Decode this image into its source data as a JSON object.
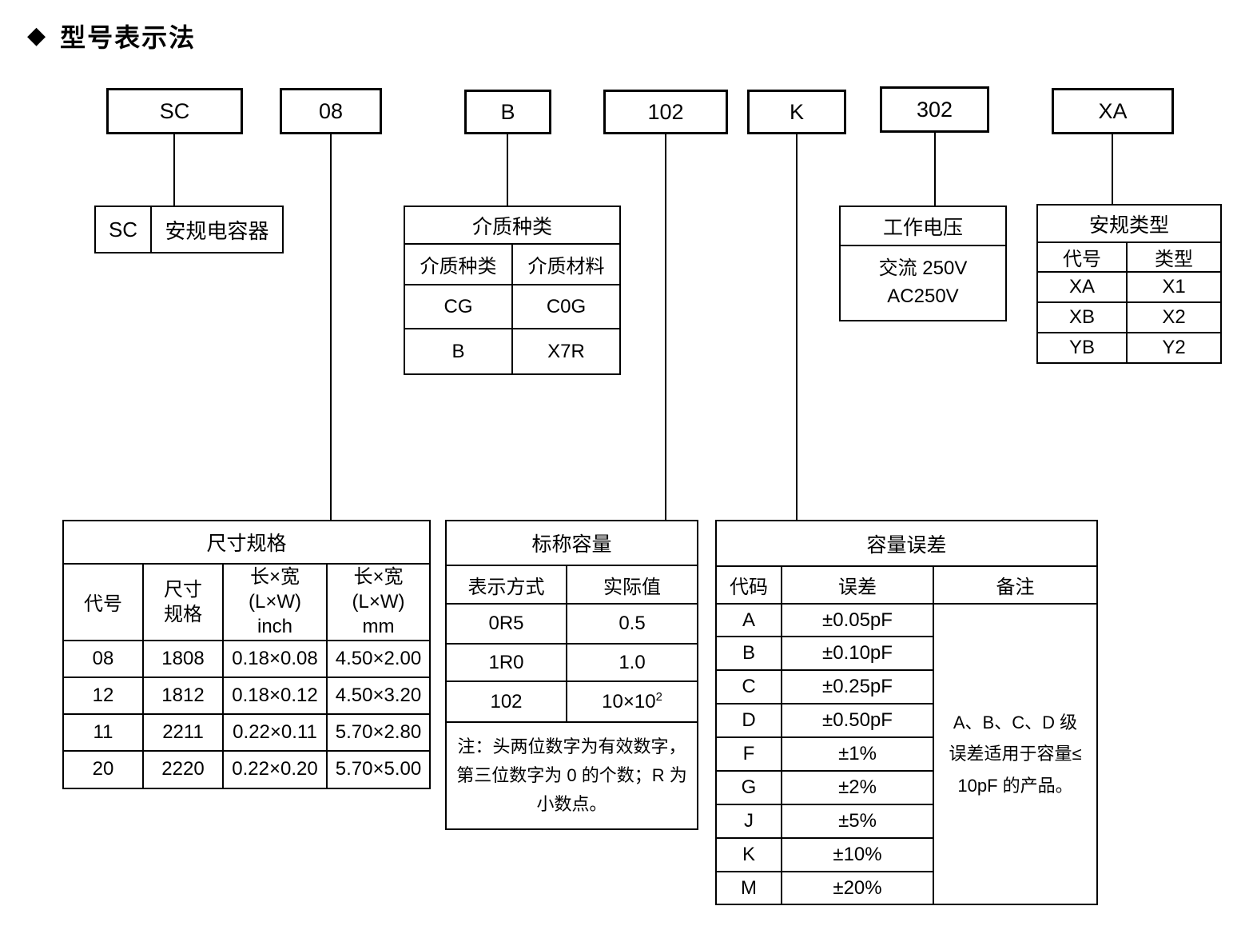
{
  "page": {
    "title": "型号表示法",
    "title_icon": "◆"
  },
  "code_boxes": [
    {
      "label": "SC"
    },
    {
      "label": "08"
    },
    {
      "label": "B"
    },
    {
      "label": "102"
    },
    {
      "label": "K"
    },
    {
      "label": "302"
    },
    {
      "label": "XA"
    }
  ],
  "prefix_table": {
    "code": "SC",
    "meaning": "安规电容器"
  },
  "dielectric_table": {
    "title": "介质种类",
    "headers": [
      "介质种类",
      "介质材料"
    ],
    "rows": [
      [
        "CG",
        "C0G"
      ],
      [
        "B",
        "X7R"
      ]
    ]
  },
  "voltage_table": {
    "title": "工作电压",
    "line1": "交流 250V",
    "line2": "AC250V"
  },
  "safety_type_table": {
    "title": "安规类型",
    "headers": [
      "代号",
      "类型"
    ],
    "rows": [
      [
        "XA",
        "X1"
      ],
      [
        "XB",
        "X2"
      ],
      [
        "YB",
        "Y2"
      ]
    ]
  },
  "size_table": {
    "title": "尺寸规格",
    "header_code": "代号",
    "header_size_lines": [
      "尺寸",
      "规格"
    ],
    "header_inch_lines": [
      "长×宽",
      "(L×W)",
      "inch"
    ],
    "header_mm_lines": [
      "长×宽",
      "(L×W)",
      "mm"
    ],
    "rows": [
      {
        "code": "08",
        "size": "1808",
        "inch": "0.18×0.08",
        "mm": "4.50×2.00"
      },
      {
        "code": "12",
        "size": "1812",
        "inch": "0.18×0.12",
        "mm": "4.50×3.20"
      },
      {
        "code": "11",
        "size": "2211",
        "inch": "0.22×0.11",
        "mm": "5.70×2.80"
      },
      {
        "code": "20",
        "size": "2220",
        "inch": "0.22×0.20",
        "mm": "5.70×5.00"
      }
    ]
  },
  "capacitance_table": {
    "title": "标称容量",
    "headers": [
      "表示方式",
      "实际值"
    ],
    "rows": [
      {
        "display": "0R5",
        "actual": "0.5",
        "exp": ""
      },
      {
        "display": "1R0",
        "actual": "1.0",
        "exp": ""
      },
      {
        "display": "102",
        "actual": "10×10",
        "exp": "2"
      }
    ],
    "note": "注：头两位数字为有效数字，第三位数字为 0 的个数；R 为小数点。"
  },
  "tolerance_table": {
    "title": "容量误差",
    "headers": [
      "代码",
      "误差",
      "备注"
    ],
    "rows": [
      {
        "code": "A",
        "tolerance": "±0.05pF"
      },
      {
        "code": "B",
        "tolerance": "±0.10pF"
      },
      {
        "code": "C",
        "tolerance": "±0.25pF"
      },
      {
        "code": "D",
        "tolerance": "±0.50pF"
      },
      {
        "code": "F",
        "tolerance": "±1%"
      },
      {
        "code": "G",
        "tolerance": "±2%"
      },
      {
        "code": "J",
        "tolerance": "±5%"
      },
      {
        "code": "K",
        "tolerance": "±10%"
      },
      {
        "code": "M",
        "tolerance": "±20%"
      }
    ],
    "remark": "A、B、C、D 级误差适用于容量≤ 10pF 的产品。"
  }
}
